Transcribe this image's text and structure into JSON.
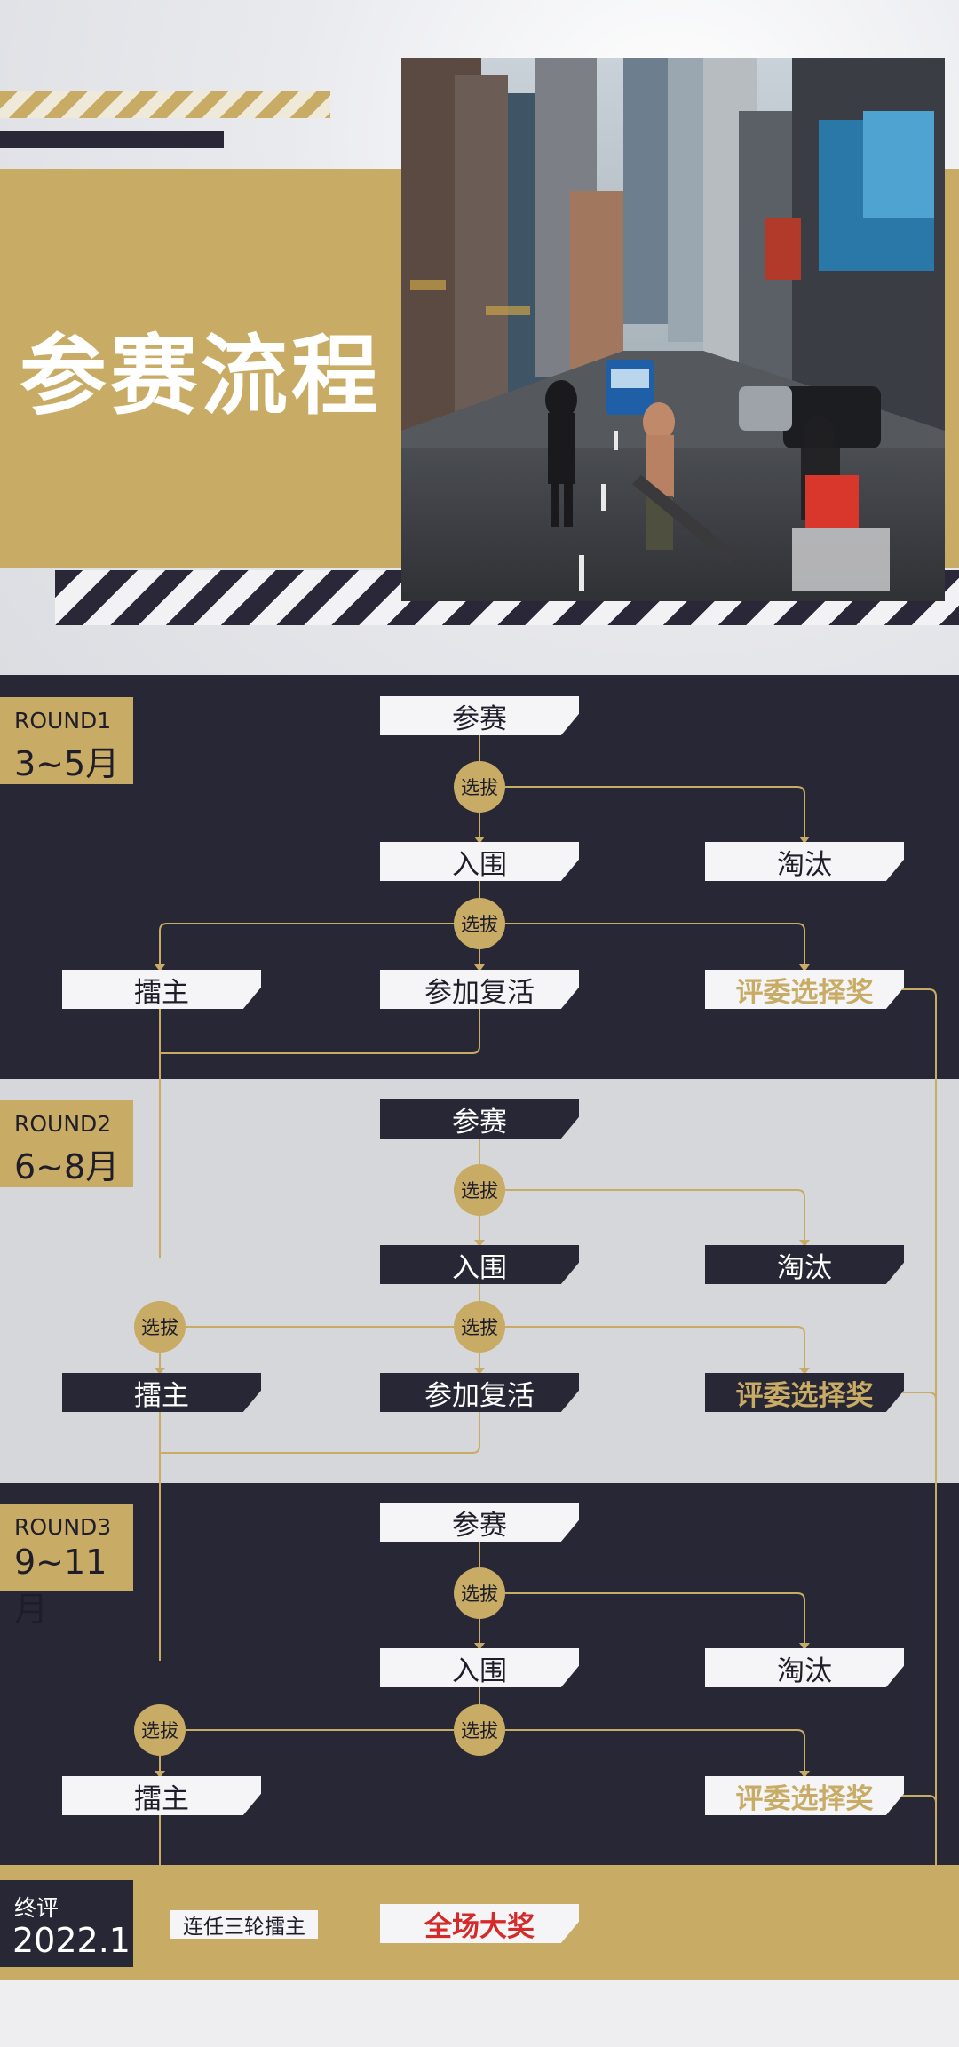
{
  "header": {
    "title": "参赛流程",
    "photo_caption": "城市街景"
  },
  "labels": {
    "participate": "参赛",
    "select": "选拔",
    "finalist": "入围",
    "eliminated": "淘汰",
    "champion": "擂主",
    "revival": "参加复活",
    "judges_award": "评委选择奖",
    "consecutive": "连任三轮擂主",
    "grand_prize": "全场大奖"
  },
  "rounds": [
    {
      "name": "ROUND1",
      "period": "3~5月"
    },
    {
      "name": "ROUND2",
      "period": "6~8月"
    },
    {
      "name": "ROUND3",
      "period": "9~11月"
    }
  ],
  "final": {
    "name": "终评",
    "period": "2022.1"
  },
  "colors": {
    "gold": "#c8ab64",
    "navy": "#282735",
    "light": "#d6d7db",
    "red": "#d42a2a"
  }
}
